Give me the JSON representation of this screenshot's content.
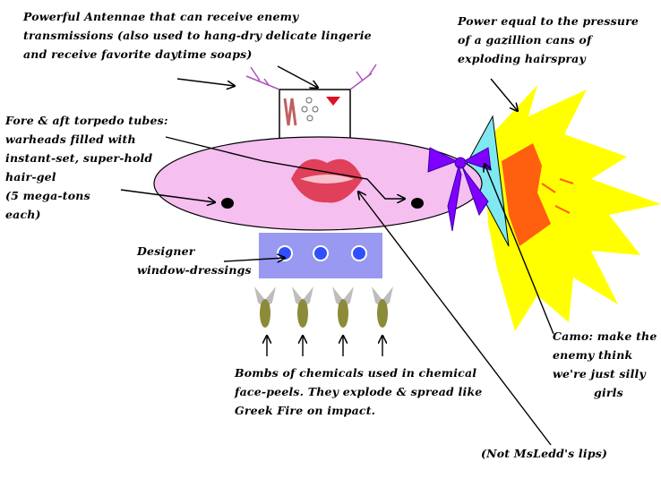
{
  "labels": {
    "antennae": [
      "Powerful Antennae that can receive enemy",
      "transmissions (also used to hang-dry delicate lingerie",
      "and receive favorite daytime soaps)"
    ],
    "power": [
      "Power equal to the pressure",
      "of a gazillion cans of",
      "exploding hairspray"
    ],
    "torpedo": [
      "Fore & aft torpedo tubes:",
      "warheads filled with",
      "instant-set, super-hold",
      "hair-gel",
      "(5 mega-tons",
      "each)"
    ],
    "window": [
      "Designer",
      "window-dressings"
    ],
    "bombs": [
      "Bombs of chemicals used in chemical",
      "face-peels.  They explode & spread like",
      "Greek Fire on impact."
    ],
    "camo": [
      "Camo: make the",
      "enemy think",
      "we're just silly",
      "girls"
    ],
    "lips": [
      "(Not MsLedd's lips)"
    ]
  },
  "colors": {
    "hull": "#f5bff0",
    "window_panel": "#9999f2",
    "camo_panel": "#80e8f0",
    "bow": "#8000ff",
    "blast_outer": "#ffff00",
    "blast_inner": "#ff6010",
    "lips": "#e0405a",
    "bomb": "#8b8b3a"
  },
  "icons": [
    "antenna-icon",
    "lingerie-icon",
    "lips-icon",
    "bow-icon",
    "blast-icon",
    "bomb-icon",
    "arrow-icon"
  ]
}
